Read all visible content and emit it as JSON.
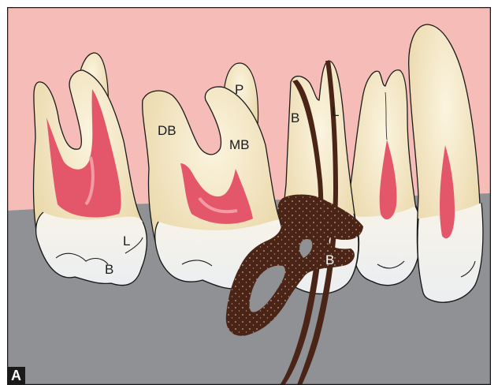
{
  "panel": {
    "label": "A"
  },
  "labels": {
    "molar_left": {
      "lingual": "L",
      "buccal": "B"
    },
    "molar_middle": {
      "distobuccal": "DB",
      "mesiobuccal": "MB",
      "palatal": "P"
    },
    "premolar": {
      "buccal": "B",
      "lingual": "L"
    },
    "filling": {
      "buccal": "B"
    }
  },
  "colors": {
    "gingiva": "#f6bcb7",
    "bone": "#8f9194",
    "enamel": "#f4f1ec",
    "dentin_root": "#ecdcb1",
    "pulp": "#e4566a",
    "filling_material": "#4a2416",
    "outline": "#1a1a1a"
  }
}
